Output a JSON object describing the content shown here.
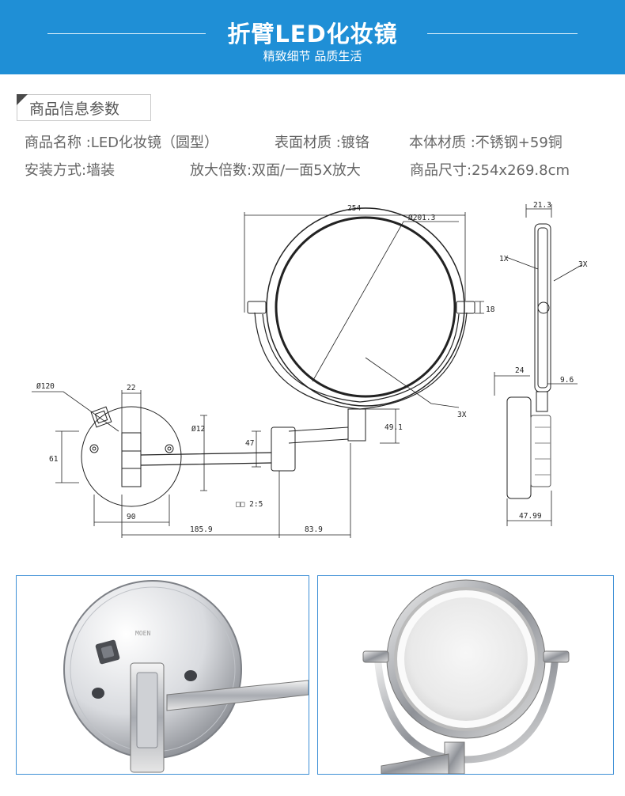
{
  "banner": {
    "title": "折臂LED化妆镜",
    "subtitle": "精致细节 品质生活",
    "color": "#1f8fd6"
  },
  "section": {
    "title": "商品信息参数"
  },
  "specs": {
    "name": "商品名称 :LED化妆镜（圆型）",
    "surface": "表面材质 :镀铬",
    "body": "本体材质 :不锈钢+59铜",
    "install": "安装方式:墙装",
    "magnification": "放大倍数:双面/一面5X放大",
    "size": "商品尺寸:254x269.8cm"
  },
  "drawing": {
    "dims": {
      "width_254": "254",
      "dia_201": "Ø201.3",
      "dim_18": "18",
      "mag_3x": "3X",
      "dia_120": "Ø120",
      "dim_22": "22",
      "dim_61": "61",
      "dia_12": "Ø12",
      "dim_47": "47",
      "dim_49": "49.1",
      "scale": "□□ 2:5",
      "dim_90": "90",
      "dim_185": "185.9",
      "dim_83": "83.9",
      "dim_21": "21.3",
      "side_1x": "1X",
      "side_3x": "3X",
      "dim_24": "24",
      "dim_9_6": "9.6",
      "dim_47_99": "47.99"
    }
  },
  "photos": {
    "brand": "MOEN",
    "frame_color": "#3d8fd6"
  }
}
